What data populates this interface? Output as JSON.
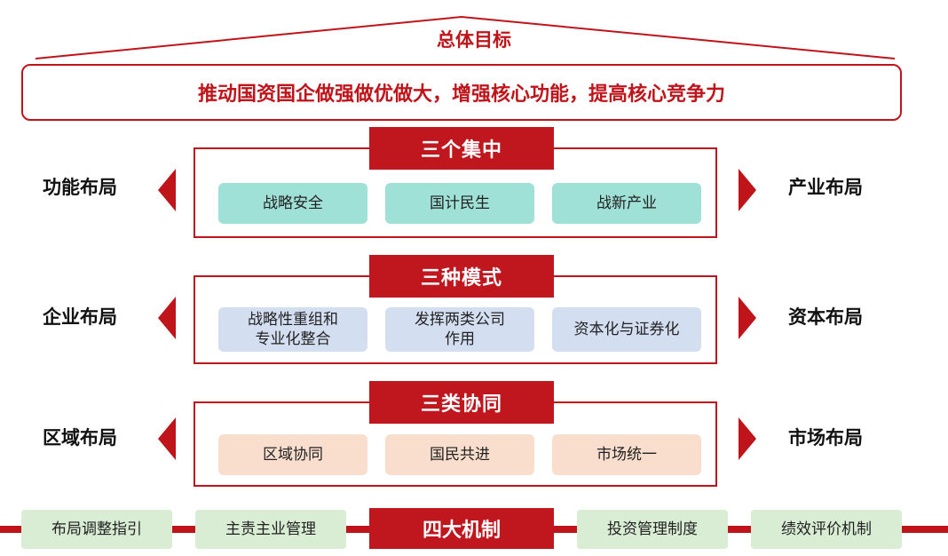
{
  "overall_goal": {
    "title": "总体目标",
    "statement": "推动国资国企做强做优做大，增强核心功能，提高核心竞争力"
  },
  "sections": [
    {
      "title": "三个集中",
      "left_label": "功能布局",
      "right_label": "产业布局",
      "items": [
        "战略安全",
        "国计民生",
        "战新产业"
      ],
      "item_color": "#9fe0d7"
    },
    {
      "title": "三种模式",
      "left_label": "企业布局",
      "right_label": "资本布局",
      "items": [
        "战略性重组和\n专业化整合",
        "发挥两类公司\n作用",
        "资本化与证券化"
      ],
      "item_color": "#d3def1"
    },
    {
      "title": "三类协同",
      "left_label": "区域布局",
      "right_label": "市场布局",
      "items": [
        "区域协同",
        "国民共进",
        "市场统一"
      ],
      "item_color": "#f9decd"
    }
  ],
  "mechanisms": {
    "title": "四大机制",
    "items": [
      "布局调整指引",
      "主责主业管理",
      "投资管理制度",
      "绩效评价机制"
    ],
    "item_color": "#d9ecd4"
  },
  "accent_color": "#c0141b"
}
